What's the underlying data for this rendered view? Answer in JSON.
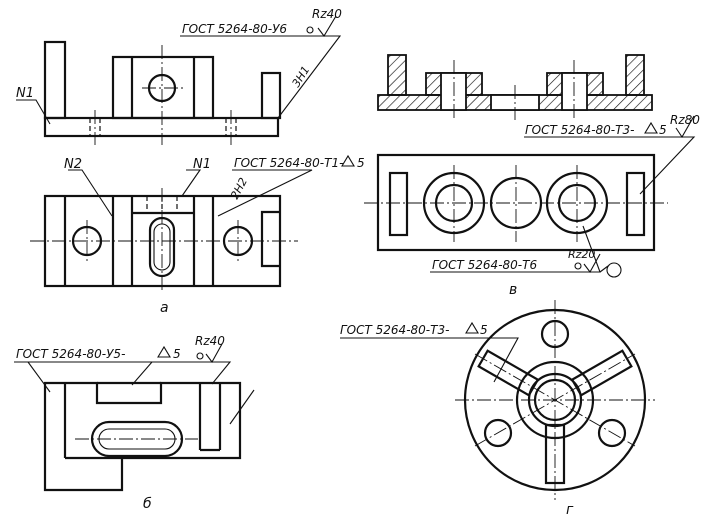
{
  "views": {
    "a": {
      "label": "а",
      "gost_top": "ГОСТ 5264-80-У6",
      "roughness_top": "Rz40",
      "weld_3n1": "3Н1",
      "n1_left": "N1",
      "n2": "N2",
      "n1_mid": "N1",
      "gost_mid": "ГОСТ 5264-80-Т1-",
      "leg_mid": "5",
      "weld_2n2": "2Н2"
    },
    "b": {
      "label": "б",
      "gost": "ГОСТ 5264-80-У5-",
      "leg": "5",
      "roughness": "Rz40"
    },
    "v": {
      "label": "в",
      "gost_top": "ГОСТ 5264-80-Т3-",
      "leg_top": "5",
      "roughness_top": "Rz80",
      "gost_bottom": "ГОСТ 5264-80-Т6",
      "roughness_bottom": "Rz20"
    },
    "g": {
      "label": "г",
      "gost": "ГОСТ 5264-80-Т3-",
      "leg": "5"
    }
  }
}
